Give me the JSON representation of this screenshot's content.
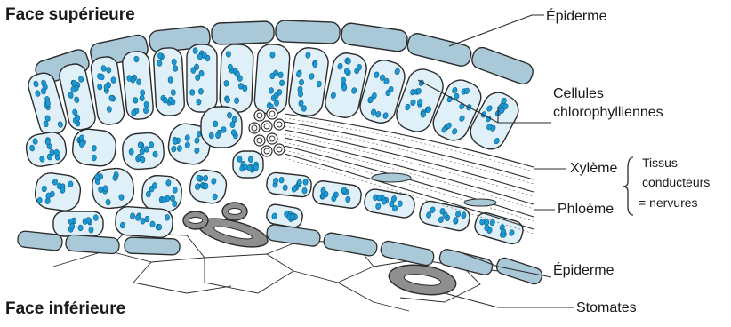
{
  "faces": {
    "top": "Face supérieure",
    "bottom": "Face inférieure"
  },
  "labels": {
    "epidermis_top": "Épiderme",
    "chloro_line1": "Cellules",
    "chloro_line2": "chlorophylliennes",
    "xylem": "Xylème",
    "phloem": "Phloème",
    "tissues_line1": "Tissus",
    "tissues_line2": "conducteurs",
    "tissues_line3": "= nervures",
    "epidermis_bottom": "Épiderme",
    "stomata": "Stomates"
  },
  "colors": {
    "cell_fill": "#dff0f8",
    "epidermis_fill": "#a9c8d8",
    "chloroplast": "#1b9ad6",
    "outline": "#2b2b2b",
    "stomata_fill": "#8f8f8f"
  }
}
